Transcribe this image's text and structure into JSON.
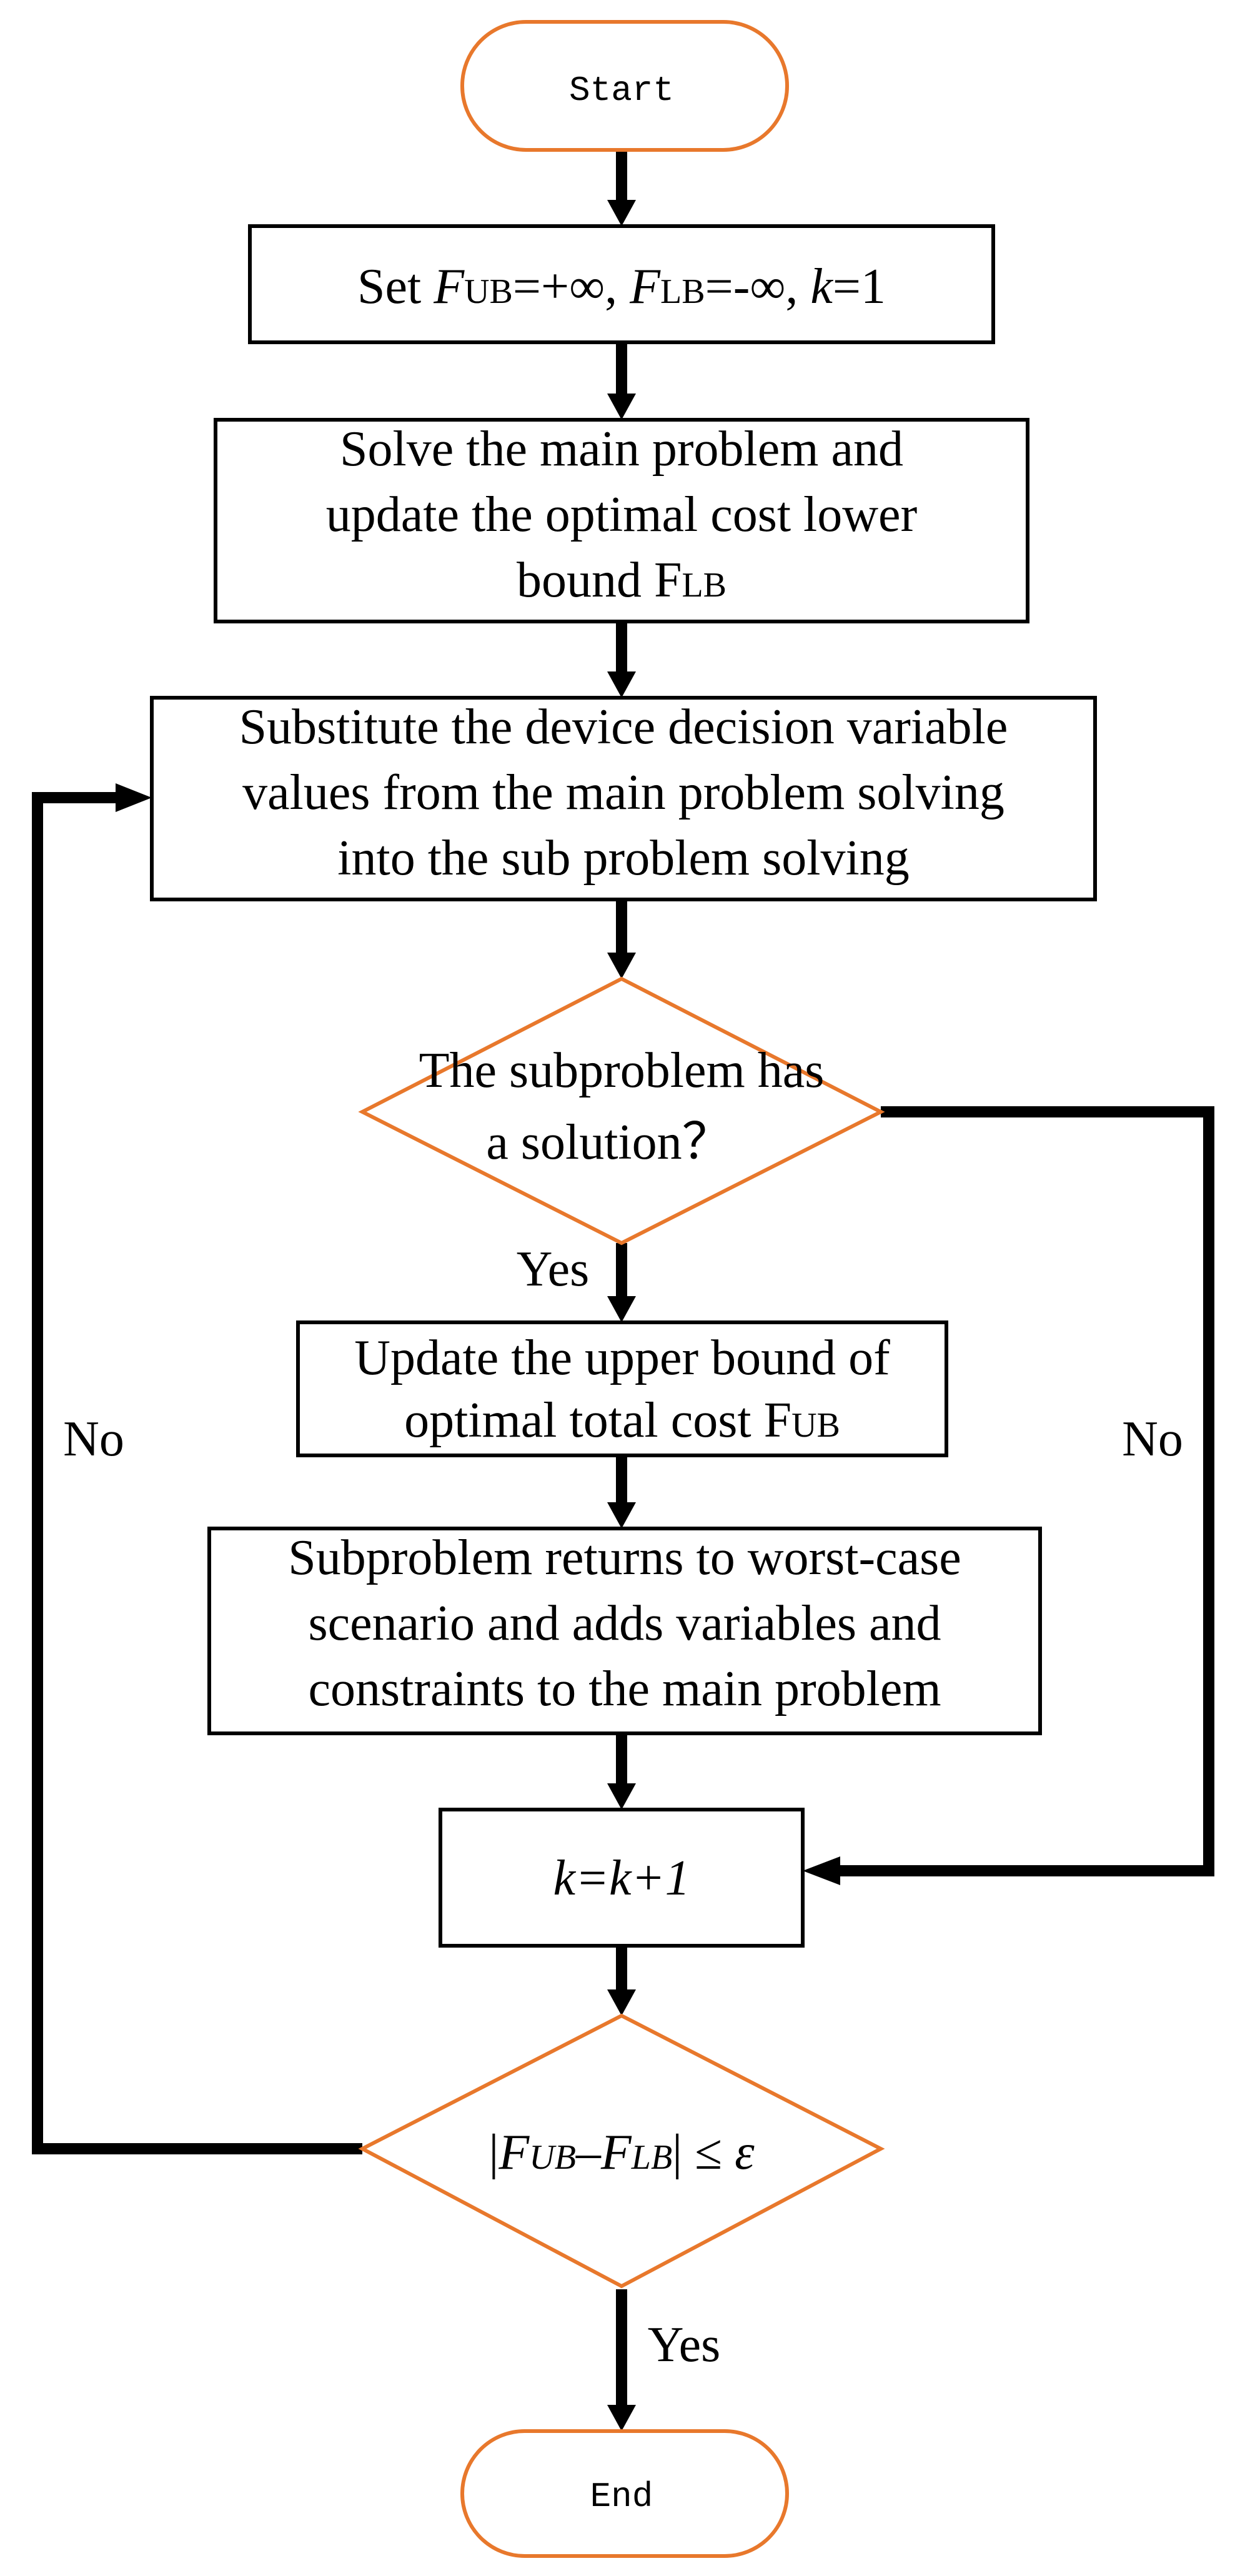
{
  "flowchart": {
    "start": "Start",
    "end": "End",
    "init": {
      "prefix": "Set",
      "f": "F",
      "ub": "UB",
      "eq_inf": "=+∞, ",
      "lb": "LB",
      "eq_neginf": "=-∞, ",
      "k": "k",
      "eq_one": "=1"
    },
    "main_problem": {
      "line1": "Solve the main problem and",
      "line2": "update the optimal cost lower",
      "line3": "bound F",
      "sub": "LB"
    },
    "substitute": {
      "line1": "Substitute the device decision variable",
      "line2": "values from the main problem solving",
      "line3": "into the sub problem solving"
    },
    "decision1": {
      "line1": "The subproblem has",
      "line2": "a solution？"
    },
    "update_upper": {
      "line1": "Update the upper bound of",
      "line2": "optimal total cost F",
      "sub": "UB"
    },
    "worst_case": {
      "line1": "Subproblem returns to worst-case",
      "line2": "scenario and adds variables and",
      "line3": "constraints to the main problem"
    },
    "increment": "k=k+1",
    "decision2": {
      "bar_open": "|",
      "f1": "F",
      "sub1": "UB",
      "minus": "–",
      "f2": "F",
      "sub2": "LB",
      "bar_close": "|",
      "leq": " ≤ ",
      "eps": "ε"
    },
    "labels": {
      "yes1": "Yes",
      "yes2": "Yes",
      "no_left": "No",
      "no_right": "No"
    }
  },
  "colors": {
    "terminal_stroke": "#e8782c",
    "decision_stroke": "#e8782c",
    "process_stroke": "#000000",
    "arrow": "#000000"
  }
}
